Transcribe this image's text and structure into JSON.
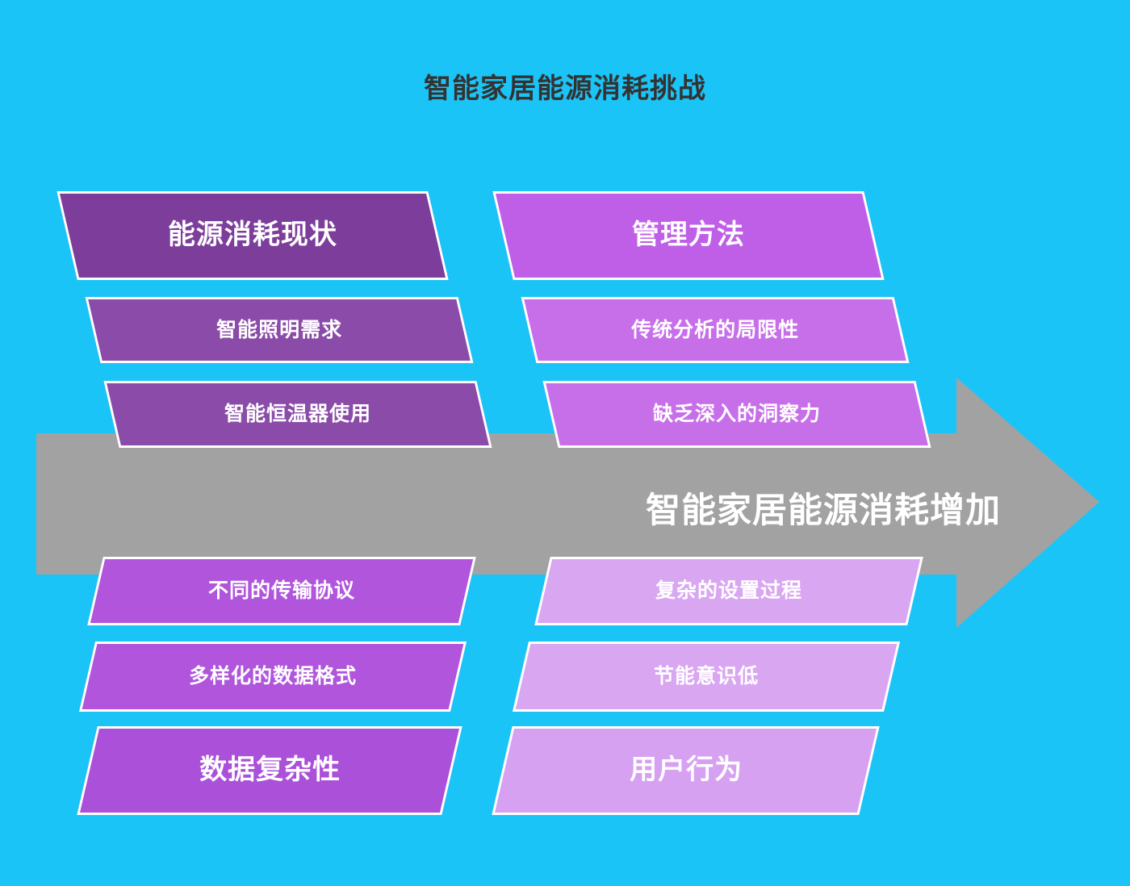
{
  "title": "智能家居能源消耗挑战",
  "arrow": {
    "label": "智能家居能源消耗增加",
    "color": "#A2A2A2"
  },
  "colors": {
    "background": "#1BC4F7",
    "title_text": "#333333",
    "box_border": "#FFFFFF",
    "box_text": "#FFFFFF"
  },
  "groups": [
    {
      "position": "top-left",
      "header": "能源消耗现状",
      "header_color": "#7C3D9B",
      "item_color": "#8A4CA8",
      "items": [
        "智能照明需求",
        "智能恒温器使用"
      ]
    },
    {
      "position": "top-right",
      "header": "管理方法",
      "header_color": "#BF5FE8",
      "item_color": "#C76FE9",
      "items": [
        "传统分析的局限性",
        "缺乏深入的洞察力"
      ]
    },
    {
      "position": "bottom-left",
      "header": "数据复杂性",
      "header_color": "#AB50D9",
      "item_color": "#B055DC",
      "items": [
        "不同的传输协议",
        "多样化的数据格式"
      ]
    },
    {
      "position": "bottom-right",
      "header": "用户行为",
      "header_color": "#D7A1F2",
      "item_color": "#D9A7F1",
      "items": [
        "复杂的设置过程",
        "节能意识低"
      ]
    }
  ]
}
